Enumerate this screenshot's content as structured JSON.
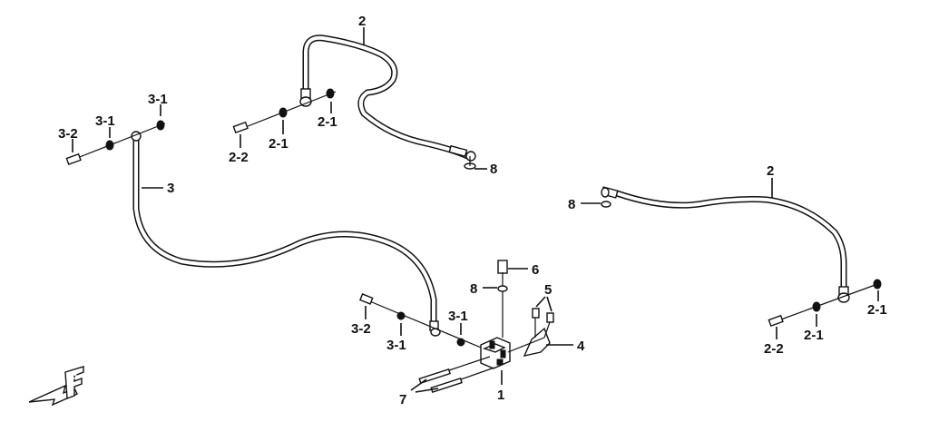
{
  "diagram": {
    "callouts": {
      "c1": "1",
      "c2_top": "2",
      "c2_right": "2",
      "c2_1_a": "2-1",
      "c2_1_b": "2-1",
      "c2_1_c": "2-1",
      "c2_1_d": "2-1",
      "c2_2_a": "2-2",
      "c2_2_b": "2-2",
      "c3": "3",
      "c3_1_a": "3-1",
      "c3_1_b": "3-1",
      "c3_1_c": "3-1",
      "c3_1_d": "3-1",
      "c3_2_a": "3-2",
      "c3_2_b": "3-2",
      "c4": "4",
      "c5": "5",
      "c6": "6",
      "c7": "7",
      "c8_a": "8",
      "c8_b": "8",
      "c8_c": "8",
      "front_mark": "F"
    }
  }
}
